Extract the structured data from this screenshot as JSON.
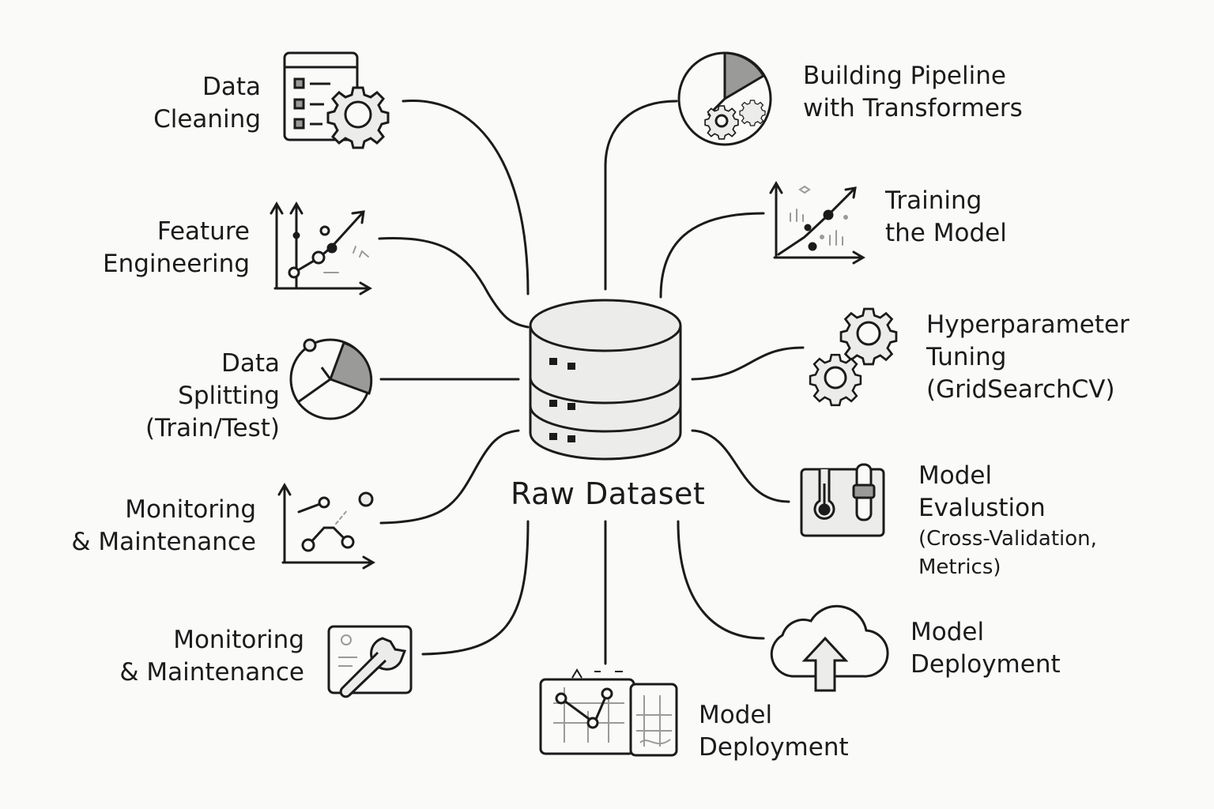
{
  "center": {
    "label": "Raw Dataset"
  },
  "nodes": {
    "data_cleaning": {
      "lines": [
        "Data",
        "Cleaning"
      ],
      "icon": "checklist-gear-icon"
    },
    "feature_engineering": {
      "lines": [
        "Feature",
        "Engineering"
      ],
      "icon": "line-chart-icon"
    },
    "data_splitting": {
      "lines": [
        "Data",
        "Splitting",
        "(Train/Test)"
      ],
      "icon": "pie-chart-icon"
    },
    "monitoring_1": {
      "lines": [
        "Monitoring",
        "& Maintenance"
      ],
      "icon": "scatter-chart-icon"
    },
    "monitoring_2": {
      "lines": [
        "Monitoring",
        "& Maintenance"
      ],
      "icon": "wrench-icon"
    },
    "deployment_bottom": {
      "lines": [
        "Model",
        "Deployment"
      ],
      "icon": "dashboard-chart-icon"
    },
    "pipeline": {
      "lines": [
        "Building Pipeline",
        "with Transformers"
      ],
      "icon": "pie-gear-icon"
    },
    "training": {
      "lines": [
        "Training",
        "the Model"
      ],
      "icon": "training-chart-icon"
    },
    "tuning": {
      "lines": [
        "Hyperparameter",
        "Tuning",
        "(GridSearchCV)"
      ],
      "icon": "gears-icon"
    },
    "evaluation": {
      "lines": [
        "Model",
        "Evalustion"
      ],
      "sub_lines": [
        "(Cross-Validation,",
        "Metrics)"
      ],
      "icon": "thermometer-slider-icon"
    },
    "deployment_right": {
      "lines": [
        "Model",
        "Deployment"
      ],
      "icon": "cloud-upload-icon"
    }
  },
  "colors": {
    "stroke": "#1b1b1b",
    "fill_light": "#ececea",
    "fill_mid": "#9a9a98",
    "background": "#fafaf9"
  }
}
